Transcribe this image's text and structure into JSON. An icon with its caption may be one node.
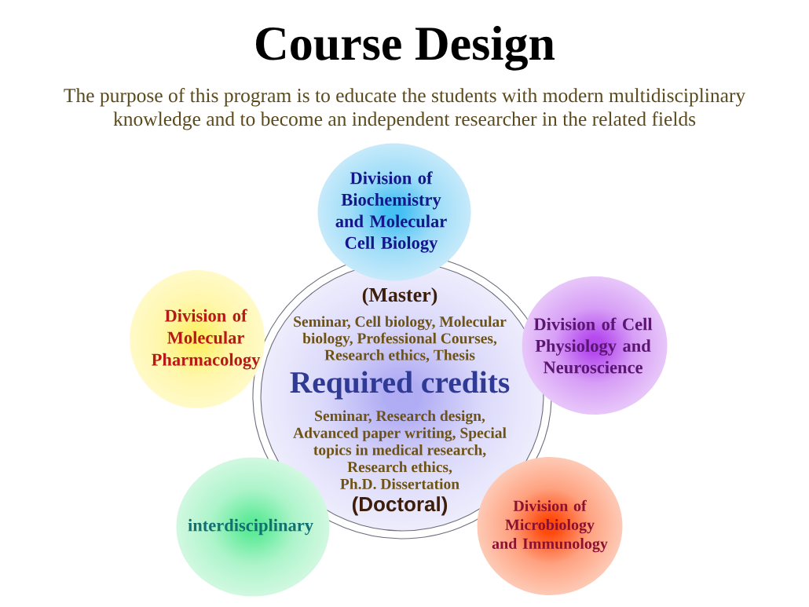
{
  "diagram": {
    "title": "Course Design",
    "nodes": [
      {
        "text": [
          "Division of Biochemistry and Molecular Cell Biology"
        ]
      },
      {
        "text": [
          "Division of Molecular Pharmacology"
        ]
      },
      {
        "text": [
          "(Master)",
          "Seminar, Cell biology, Molecular biology, Professional Courses, Research ethics, Thesis",
          "Required credits",
          "Seminar, Research design, Advanced paper writing, Special topics in medical research, Research ethics, Ph.D. Dissertation",
          "(Doctoral)"
        ]
      },
      {
        "text": [
          "Division of Cell Physiology and Neuroscience"
        ]
      },
      {
        "text": [
          "interdisciplinary"
        ]
      },
      {
        "text": [
          "Division of Microbiology and Immunology"
        ]
      }
    ],
    "labels": [
      "The purpose of this program is to educate the students with modern multidisciplinary knowledge and to become an independent researcher in the related fields"
    ]
  }
}
